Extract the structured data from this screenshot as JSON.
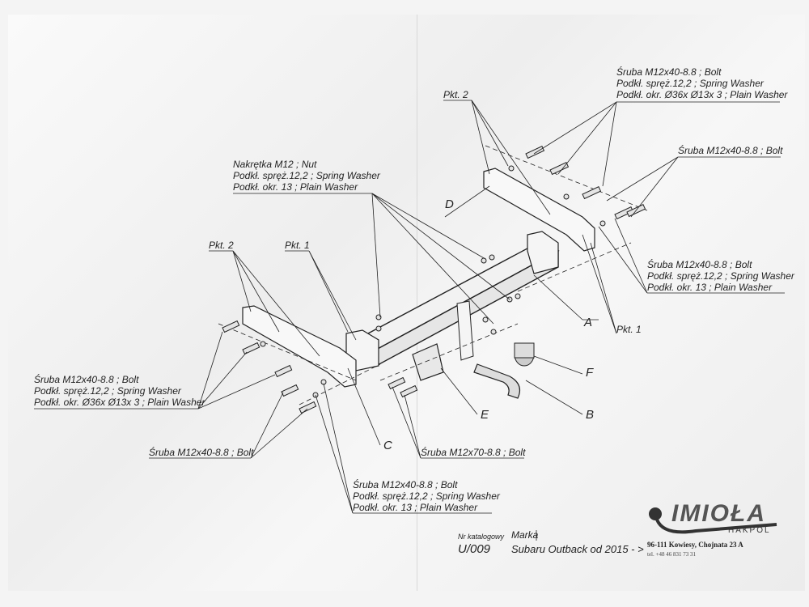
{
  "labels": {
    "top_right_group": [
      "Śruba M12x40-8.8 ;  Bolt",
      "Podkł. spręż.12,2 ; Spring Washer",
      "Podkł. okr.  Ø36x Ø13x 3 ; Plain Washer"
    ],
    "right_bolt": "Śruba M12x40-8.8 ;  Bolt",
    "nut_group": [
      "Nakrętka M12 ; Nut",
      "Podkł. spręż.12,2 ; Spring Washer",
      "Podkł. okr. 13 ; Plain Washer"
    ],
    "right_mid_group": [
      "Śruba M12x40-8.8 ;  Bolt",
      "Podkł. spręż.12,2 ; Spring Washer",
      "Podkł. okr. 13 ; Plain Washer"
    ],
    "left_group": [
      "Śruba M12x40-8.8 ;  Bolt",
      "Podkł. spręż.12,2 ; Spring Washer",
      "Podkł. okr.  Ø36x Ø13x 3 ; Plain Washer"
    ],
    "left_bolt": "Śruba M12x40-8.8 ;  Bolt",
    "center_bolt": "Śruba M12x70-8.8 ;  Bolt",
    "bottom_group": [
      "Śruba M12x40-8.8 ;  Bolt",
      "Podkł. spręż.12,2 ; Spring Washer",
      "Podkł. okr. 13 ; Plain Washer"
    ],
    "pkt2_top": "Pkt. 2",
    "pkt2_left": "Pkt. 2",
    "pkt1_left": "Pkt. 1",
    "pkt1_right": "Pkt. 1"
  },
  "parts": {
    "A": "A",
    "B": "B",
    "C": "C",
    "D": "D",
    "E": "E",
    "F": "F"
  },
  "footer": {
    "catalog_label": "Nr katalogowy",
    "catalog_number": "U/009",
    "brand_label": "Marka",
    "model": "Subaru Outback   od 2015 - >",
    "logo": "IMIOŁA",
    "logo_sub": "HAKPOL",
    "address": "96-111 Kowiesy, Chojnata 23 A",
    "phone": "tel. +48 46 831 73 31"
  }
}
